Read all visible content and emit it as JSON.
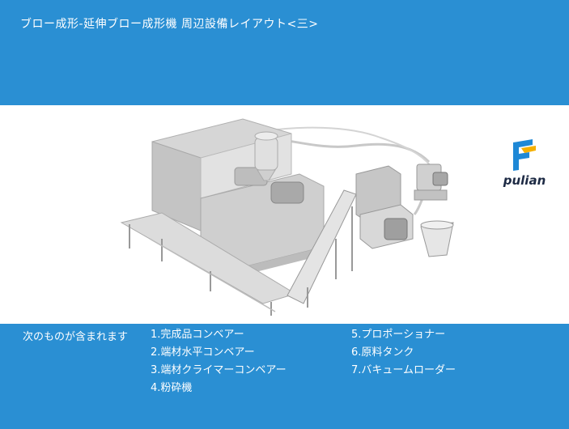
{
  "header": {
    "title": "ブロー成形-延伸ブロー成形機 周辺設備レイアウト<三>"
  },
  "logo": {
    "brand": "pulian",
    "colors": {
      "blue": "#1e88d6",
      "yellow": "#f5b000",
      "navy": "#1d2a44"
    }
  },
  "footer": {
    "intro": "次のものが含まれます",
    "items_left": [
      "1.完成品コンベアー",
      "2.端材水平コンベアー",
      "3.端材クライマーコンベアー",
      "4.粉砕機"
    ],
    "items_right": [
      "5.プロポーショナー",
      "6.原料タンク",
      "7.バキュームローダー"
    ]
  },
  "colors": {
    "band": "#2a8fd3",
    "text": "#ffffff"
  }
}
